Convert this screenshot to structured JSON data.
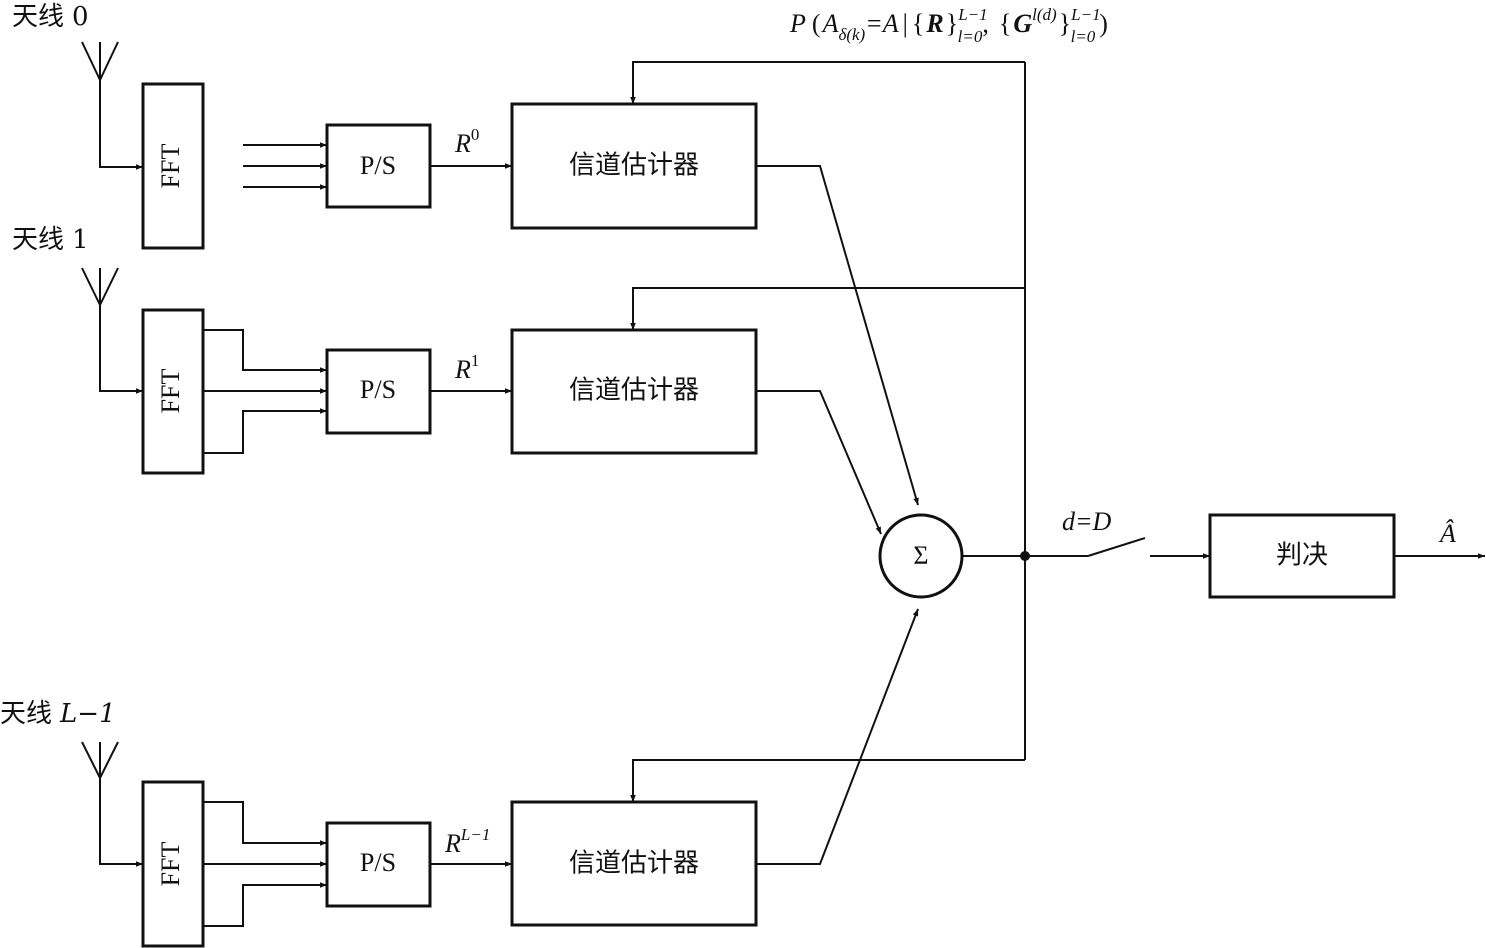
{
  "antennas": [
    {
      "label_prefix": "天线",
      "label_suffix": "0",
      "suffix_italic": false,
      "fft_label": "FFT",
      "ps_label": "P/S",
      "r_base": "R",
      "r_sup": "0",
      "est_label": "信道估计器"
    },
    {
      "label_prefix": "天线",
      "label_suffix": "1",
      "suffix_italic": false,
      "fft_label": "FFT",
      "ps_label": "P/S",
      "r_base": "R",
      "r_sup": "1",
      "est_label": "信道估计器"
    },
    {
      "label_prefix": "天线",
      "label_suffix": "L−1",
      "suffix_italic": true,
      "fft_label": "FFT",
      "ps_label": "P/S",
      "r_base": "R",
      "r_sup": "L−1",
      "est_label": "信道估计器"
    }
  ],
  "summer_symbol": "Σ",
  "switch_label": "d=D",
  "decision_label": "判决",
  "output_label": "Â",
  "feedback_formula": {
    "p": "P",
    "lparen": "(",
    "a": "A",
    "a_sub": "δ(k)",
    "eq": "=A",
    "bar": "|",
    "lbrace1": "{",
    "r": "R",
    "rbrace1": "}",
    "r_sup": "L−1",
    "r_sub": "l=0",
    "comma": ",",
    "lbrace2": "{",
    "g": "G",
    "g_sup": "l(d)",
    "rbrace2": "}",
    "g_outer_sup": "L−1",
    "g_outer_sub": "l=0",
    "rparen": ")"
  }
}
